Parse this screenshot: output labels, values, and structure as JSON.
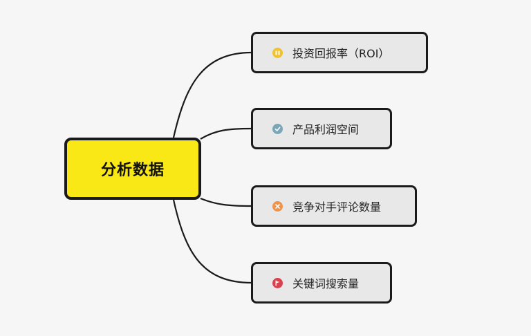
{
  "root": {
    "label": "分析数据",
    "color": "#f9e716"
  },
  "branches": [
    {
      "label": "投资回报率（ROI）",
      "icon": "pause-icon",
      "icon_color": "#f2c22c"
    },
    {
      "label": "产品利润空间",
      "icon": "check-icon",
      "icon_color": "#7aa6b7"
    },
    {
      "label": "竞争对手评论数量",
      "icon": "close-icon",
      "icon_color": "#ef9448"
    },
    {
      "label": "关键词搜索量",
      "icon": "flag-icon",
      "icon_color": "#d8424d"
    }
  ]
}
